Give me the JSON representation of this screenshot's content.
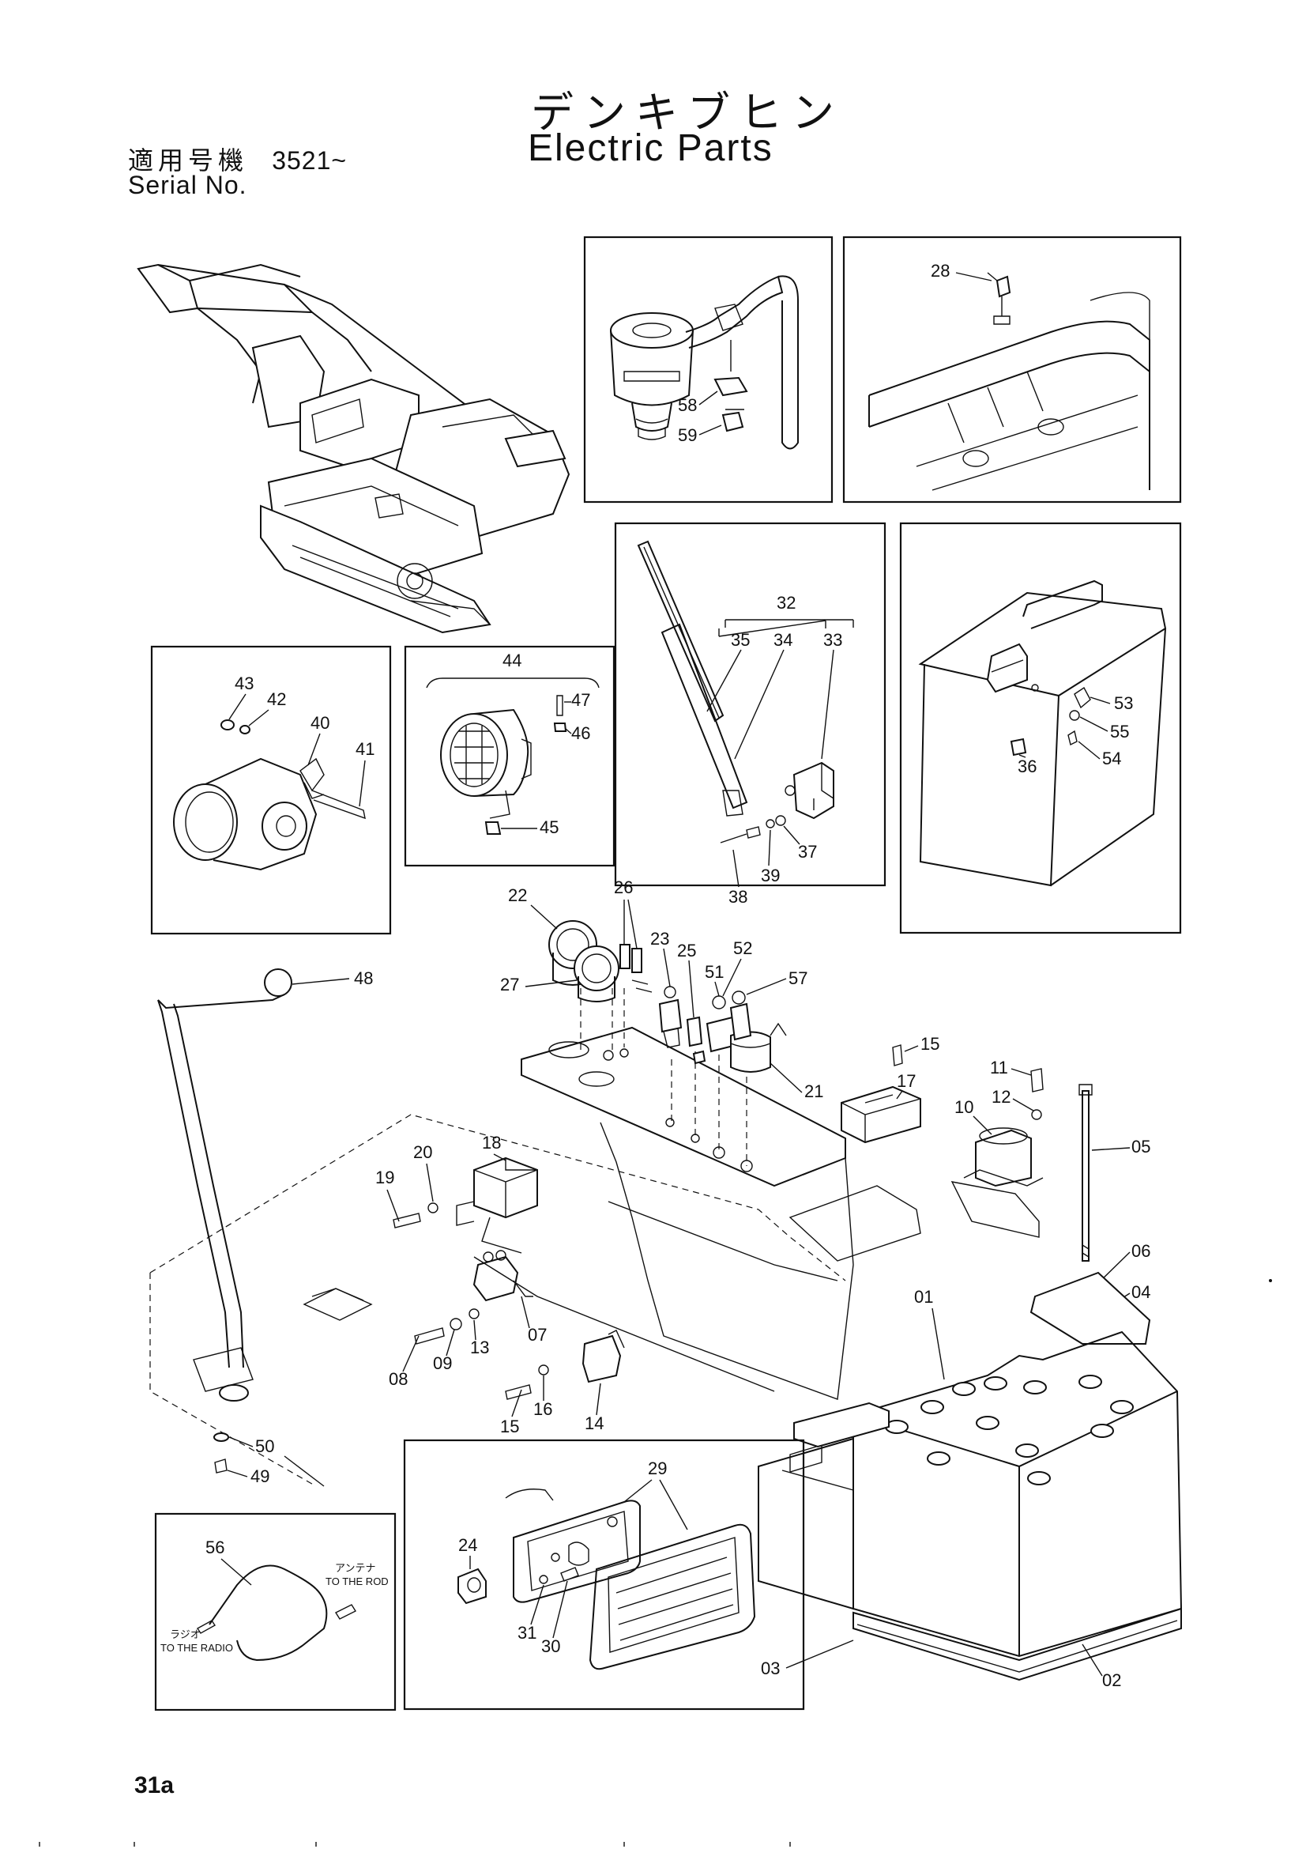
{
  "header": {
    "title_jp": "デンキブヒン",
    "title_en": "Electric Parts",
    "serial_label_jp": "適用号機",
    "serial_from": "3521~",
    "serial_label_en": "Serial No."
  },
  "footer": {
    "page_number": "31a"
  },
  "callouts": {
    "c01": "01",
    "c02": "02",
    "c03": "03",
    "c04": "04",
    "c05": "05",
    "c06": "06",
    "c07": "07",
    "c08": "08",
    "c09": "09",
    "c10": "10",
    "c11": "11",
    "c12": "12",
    "c13": "13",
    "c14": "14",
    "c15a": "15",
    "c15b": "15",
    "c16": "16",
    "c17": "17",
    "c18": "18",
    "c19": "19",
    "c20": "20",
    "c21": "21",
    "c22": "22",
    "c23": "23",
    "c24": "24",
    "c25": "25",
    "c26": "26",
    "c27": "27",
    "c28": "28",
    "c29": "29",
    "c30": "30",
    "c31": "31",
    "c32": "32",
    "c33": "33",
    "c34": "34",
    "c35": "35",
    "c36": "36",
    "c37": "37",
    "c38": "38",
    "c39": "39",
    "c40": "40",
    "c41": "41",
    "c42": "42",
    "c43": "43",
    "c44": "44",
    "c45": "45",
    "c46": "46",
    "c47": "47",
    "c48": "48",
    "c49": "49",
    "c50": "50",
    "c51": "51",
    "c52": "52",
    "c53": "53",
    "c54": "54",
    "c55": "55",
    "c56": "56",
    "c57": "57",
    "c58": "58",
    "c59": "59"
  },
  "antenna_notes": {
    "rod_jp": "アンテナ",
    "rod_en": "TO THE ROD",
    "radio_jp": "ラジオ",
    "radio_en": "TO THE RADIO"
  }
}
